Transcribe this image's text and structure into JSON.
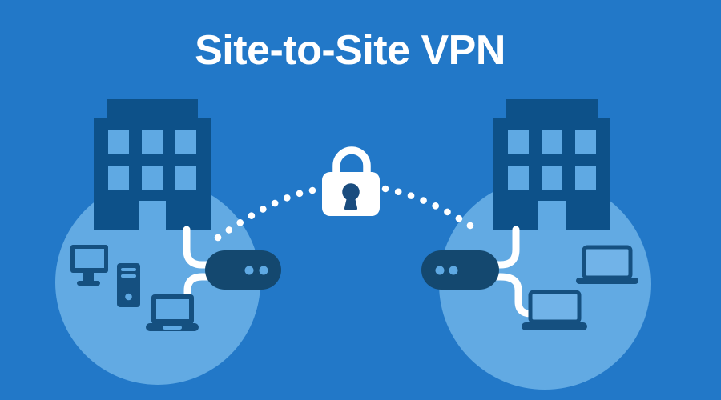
{
  "title": "Site-to-Site VPN",
  "colors": {
    "background": "#2278C8",
    "circle": "#62AAE3",
    "building": "#0D5189",
    "window": "#5FA9E3",
    "device": "#155080",
    "screen": "#5FA9E3",
    "router": "#14486F",
    "routerDot": "#5FA9E3",
    "laptopScreen": "#71B3E8",
    "cable": "#FFFFFF",
    "tunnelDot": "#FFFFFF",
    "lock": "#FFFFFF",
    "keyhole": "#1A4C7E",
    "titleColor": "#FFFFFF"
  },
  "diagram": {
    "site_a": {
      "icons": [
        "building-icon",
        "router-icon",
        "desktop-computer-icon",
        "tower-pc-icon",
        "laptop-icon"
      ],
      "connections": [
        "building-to-router-cable",
        "router-to-laptop-cable"
      ]
    },
    "site_b": {
      "icons": [
        "building-icon",
        "router-icon",
        "laptop-icon",
        "laptop-icon"
      ],
      "connections": [
        "building-to-router-cable",
        "router-to-laptop-cable"
      ]
    },
    "tunnel": {
      "icons": [
        "lock-icon",
        "dotted-tunnel-line-left",
        "dotted-tunnel-line-right"
      ],
      "meaning": "encrypted VPN tunnel between the two sites"
    }
  }
}
